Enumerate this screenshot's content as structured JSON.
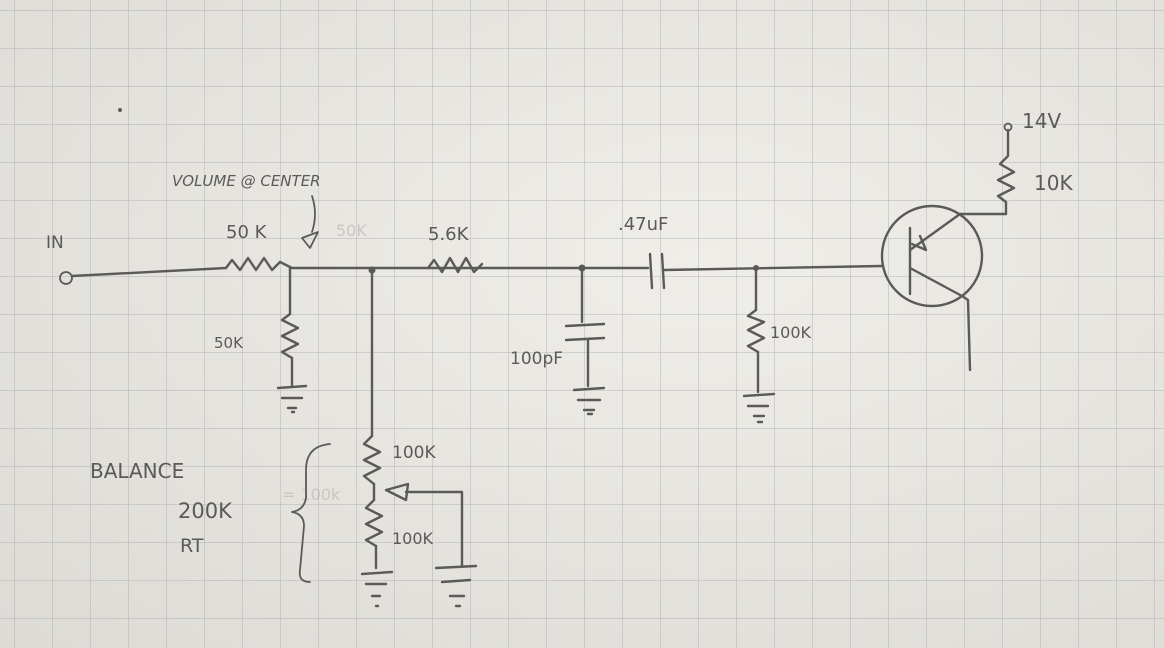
{
  "labels": {
    "input": "IN",
    "volume": "VOLUME @ CENTER",
    "r_series": "50 K",
    "r_shunt": "50K",
    "r_mid": "5.6K",
    "cap_coupling": ".47uF",
    "cap_shunt": "100pF",
    "r_bias": "100K",
    "supply": "14V",
    "r_collector": "10K",
    "bal_pot_top": "100K",
    "bal_pot_bottom": "100K",
    "balance_title": "BALANCE",
    "balance_value": "200K",
    "balance_rt": "RT"
  }
}
